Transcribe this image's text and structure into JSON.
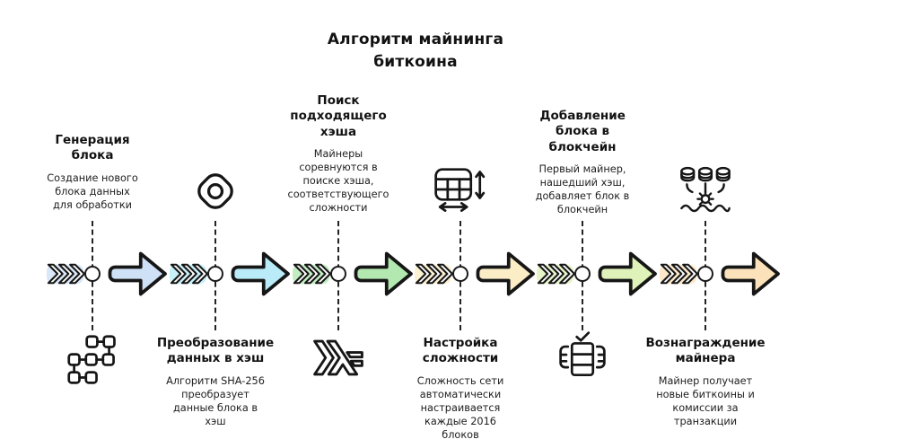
{
  "header": {
    "title": "Алгоритм майнинга биткоина"
  },
  "icons": {
    "chevrons": "triple-chevron-icon",
    "arrow": "flow-arrow-icon",
    "node": "timeline-node-circle"
  },
  "stages": [
    {
      "title": "Генерация блока",
      "description": "Создание нового блока данных для обработки",
      "icon": "linked-blocks-icon",
      "text_position": "top",
      "color": "#cfe1f6"
    },
    {
      "title": "Преобразование данных в хэш",
      "description": "Алгоритм SHA-256 преобразует данные блока в хэш",
      "icon": "rounded-diamond-dot-icon",
      "text_position": "bottom",
      "color": "#b9ecf8"
    },
    {
      "title": "Поиск подходящего хэша",
      "description": "Майнеры соревнуются в поиске хэша, соответствующего сложности",
      "icon": "haskell-lambda-hash-icon",
      "text_position": "top",
      "color": "#b3e8b1"
    },
    {
      "title": "Настройка сложности",
      "description": "Сложность сети автоматически настраивается каждые 2016 блоков",
      "icon": "table-resize-icon",
      "text_position": "bottom",
      "color": "#fbedc6"
    },
    {
      "title": "Добавление блока в блокчейн",
      "description": "Первый майнер, нашедший хэш, добавляет блок в блокчейн",
      "icon": "database-check-icon",
      "text_position": "top",
      "color": "#def2ba"
    },
    {
      "title": "Вознаграждение майнера",
      "description": "Майнер получает новые биткоины и комиссии за транзакции",
      "icon": "coins-gear-icon",
      "text_position": "bottom",
      "color": "#fbe2ba"
    }
  ]
}
